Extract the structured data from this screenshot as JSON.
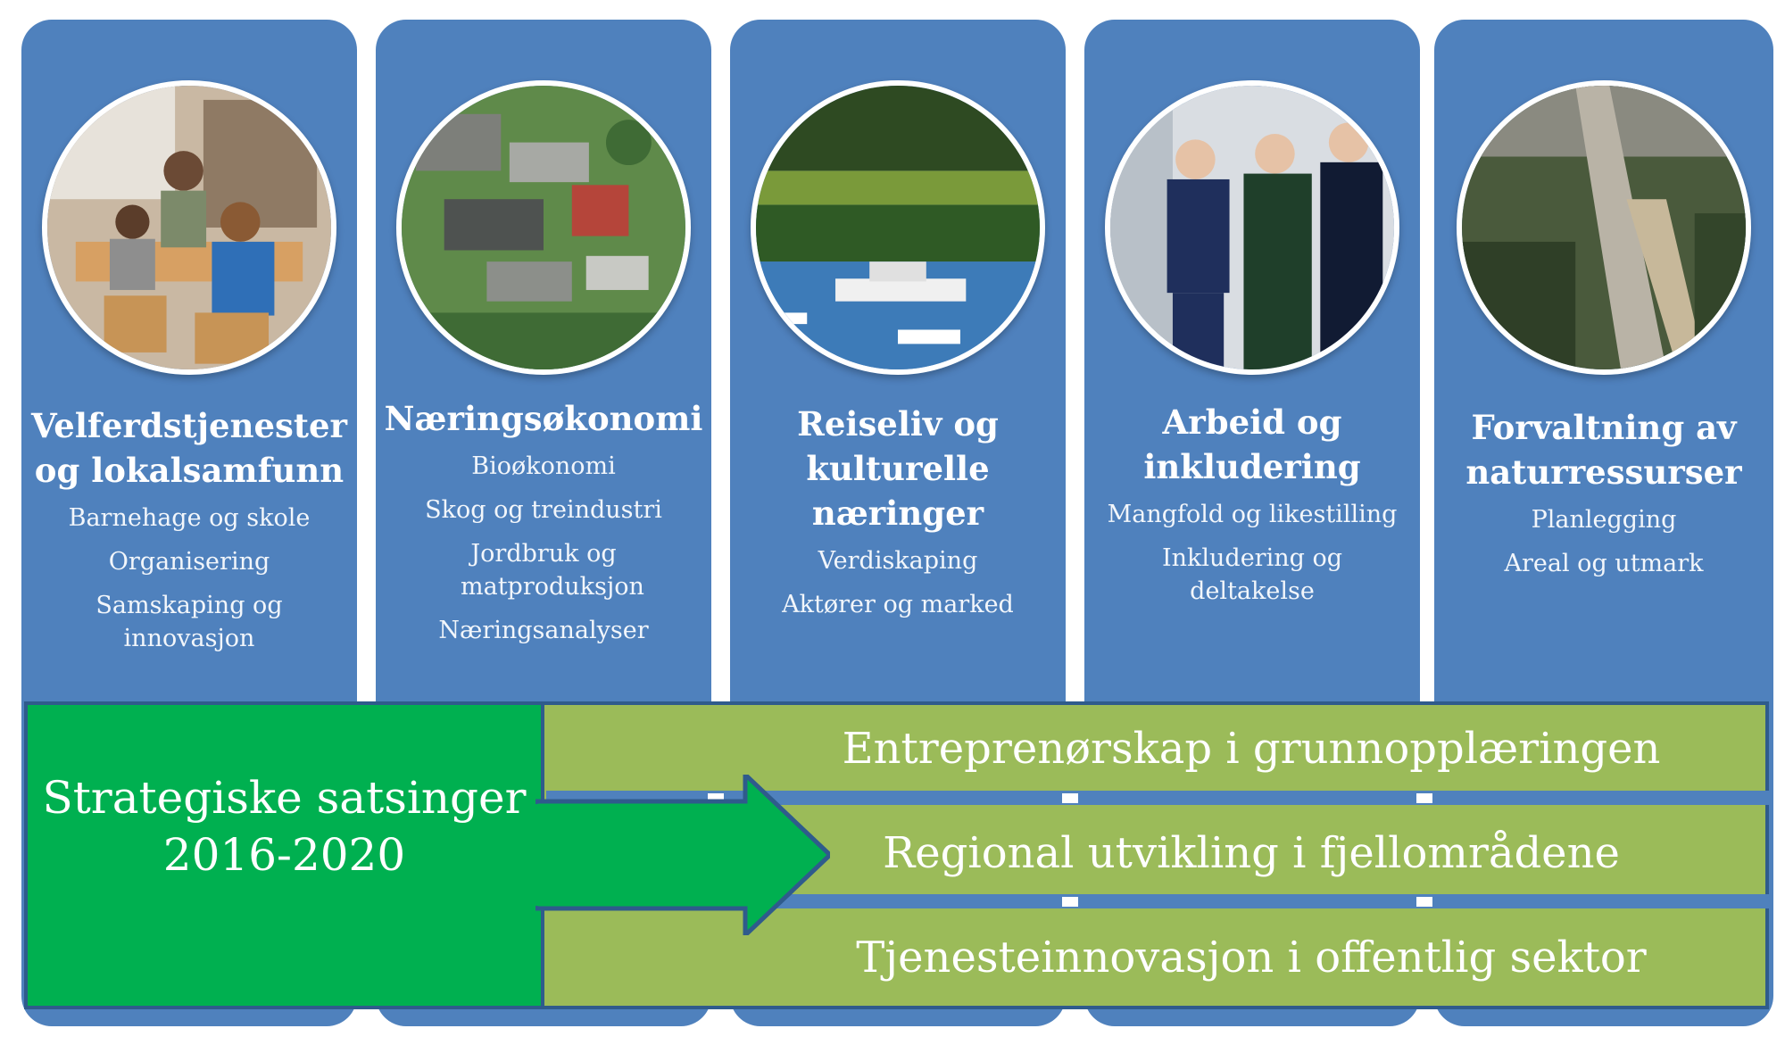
{
  "colors": {
    "pillar": "#4f81bd",
    "strategy_green": "#00b050",
    "band_green": "#9bbb59",
    "border": "#2f5b8c",
    "text": "#ffffff"
  },
  "pillars": [
    {
      "title": "Velferdstjenester og lokalsamfunn",
      "items": [
        "Barnehage og skole",
        "Organisering",
        "Samskaping og innovasjon"
      ]
    },
    {
      "title": "Næringsøkonomi",
      "items": [
        "Bioøkonomi",
        "Skog og treindustri",
        "Jordbruk og matproduksjon",
        "Næringsanalyser"
      ]
    },
    {
      "title": "Reiseliv og kulturelle næringer",
      "items": [
        "Verdiskaping",
        "Aktører og marked"
      ]
    },
    {
      "title": "Arbeid og inkludering",
      "items": [
        "Mangfold og likestilling",
        "Inkludering og deltakelse"
      ]
    },
    {
      "title": "Forvaltning av naturressurser",
      "items": [
        "Planlegging",
        "Areal og utmark"
      ]
    }
  ],
  "strategy": {
    "title": "Strategiske satsinger 2016-2020",
    "bands": [
      "Entreprenørskap i grunnopplæringen",
      "Regional utvikling i fjellområdene",
      "Tjenesteinnovasjon i offentlig sektor"
    ]
  }
}
